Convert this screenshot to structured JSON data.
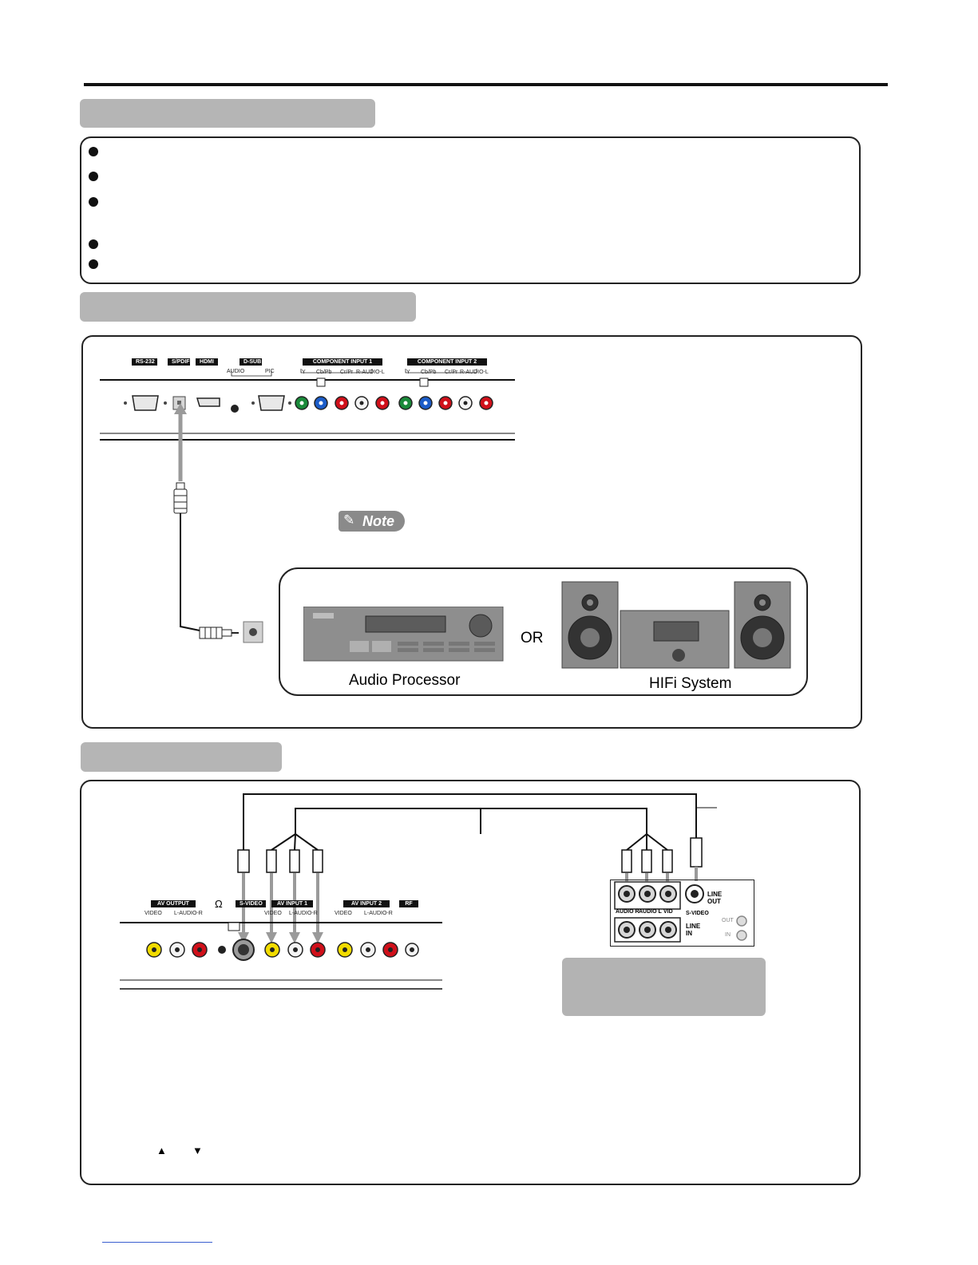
{
  "ports_top": {
    "rs232": "RS-232",
    "spdif": "S/PDIF",
    "hdmi": "HDMI",
    "dsub": "D-SUB",
    "dsub_audio": "AUDIO",
    "dsub_pic": "PIC",
    "component1": "COMPONENT INPUT 1",
    "component2": "COMPONENT INPUT 2",
    "y": "Y",
    "cb": "Cb/Pb",
    "cr": "Cr/Pr",
    "raudiol": "R-AUDIO-L"
  },
  "note_badge": "Note",
  "devices": {
    "audio_processor": "Audio  Processor",
    "or": "OR",
    "hifi": "HIFi  System"
  },
  "ports_bottom": {
    "av_output": "AV  OUTPUT",
    "video": "VIDEO",
    "l_audio_r": "L-AUDIO-R",
    "headphone": "Ω",
    "svideo": "S-VIDEO",
    "av_input1": "AV  INPUT 1",
    "av_input2": "AV  INPUT 2",
    "rf": "RF"
  },
  "vcr_panel": {
    "line_out": "LINE OUT",
    "audio_r": "AUDIO R",
    "audio_l": "AUDIO L",
    "vid": "VID",
    "svideo": "S-VIDEO",
    "line_in": "LINE IN",
    "out": "OUT",
    "in": "IN"
  },
  "arrows": {
    "up": "▲",
    "down": "▼"
  },
  "colors": {
    "green": "#1a8a3a",
    "blue": "#1b5cc8",
    "red": "#d0101a",
    "yellow": "#f2dc00",
    "white": "#f4f4f4",
    "gray_tab": "#b5b5b5"
  }
}
